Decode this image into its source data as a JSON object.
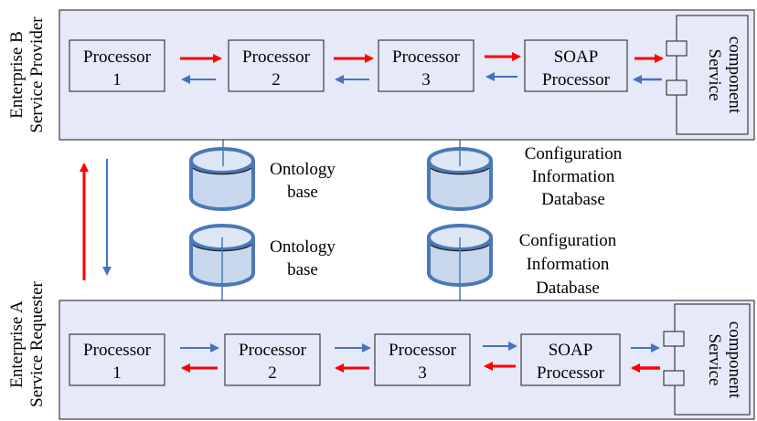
{
  "colors": {
    "panel_fill": "#e6e9f7",
    "request_arrow": "#ff0000",
    "response_arrow": "#4472c4",
    "database_stroke": "#4a78b8"
  },
  "enterprise_b": {
    "label_line1": "Enterprise B",
    "label_line2": "Service Provider",
    "processors": [
      {
        "line1": "Processor",
        "line2": "1"
      },
      {
        "line1": "Processor",
        "line2": "2"
      },
      {
        "line1": "Processor",
        "line2": "3"
      },
      {
        "line1": "SOAP",
        "line2": "Processor"
      }
    ],
    "component": {
      "line1": "Service",
      "line2": "component"
    }
  },
  "enterprise_a": {
    "label_line1": "Enterprise A",
    "label_line2": "Service Requester",
    "processors": [
      {
        "line1": "Processor",
        "line2": "1"
      },
      {
        "line1": "Processor",
        "line2": "2"
      },
      {
        "line1": "Processor",
        "line2": "3"
      },
      {
        "line1": "SOAP",
        "line2": "Processor"
      }
    ],
    "component": {
      "line1": "Service",
      "line2": "component"
    }
  },
  "databases": {
    "ontology_top": {
      "line1": "Ontology",
      "line2": "base"
    },
    "config_top": {
      "line1": "Configuration",
      "line2": "Information",
      "line3": "Database"
    },
    "ontology_bottom": {
      "line1": "Ontology",
      "line2": "base"
    },
    "config_bottom": {
      "line1": "Configuration",
      "line2": "Information",
      "line3": "Database"
    }
  }
}
